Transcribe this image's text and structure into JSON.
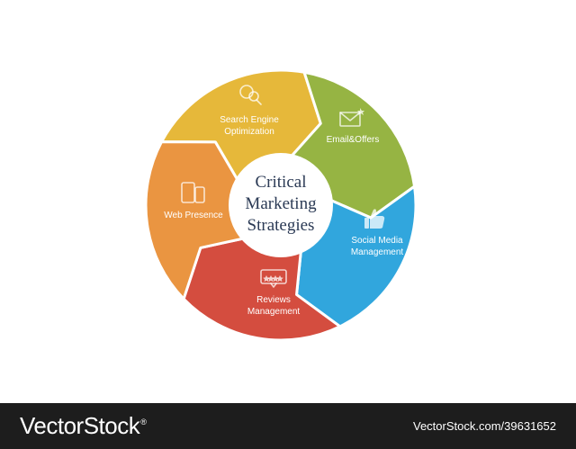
{
  "center": {
    "lines": [
      "Critical",
      "Marketing",
      "Strategies"
    ]
  },
  "segments": [
    {
      "id": "seo",
      "label_lines": [
        "Search Engine",
        "Optimization"
      ],
      "icon": "magnifier-icon",
      "color": "#e6b83a"
    },
    {
      "id": "email",
      "label_lines": [
        "Email&Offers"
      ],
      "icon": "envelope-icon",
      "color": "#96b443"
    },
    {
      "id": "social",
      "label_lines": [
        "Social Media",
        "Management"
      ],
      "icon": "thumbs-up-icon",
      "color": "#31a6dd"
    },
    {
      "id": "reviews",
      "label_lines": [
        "Reviews",
        "Management"
      ],
      "icon": "star-rating-bubble-icon",
      "color": "#d44d3f"
    },
    {
      "id": "web",
      "label_lines": [
        "Web Presence"
      ],
      "icon": "devices-icon",
      "color": "#ea9541"
    }
  ],
  "footer": {
    "brand": "VectorStock",
    "brand_mark": "®",
    "url": "VectorStock.com/39631652"
  }
}
